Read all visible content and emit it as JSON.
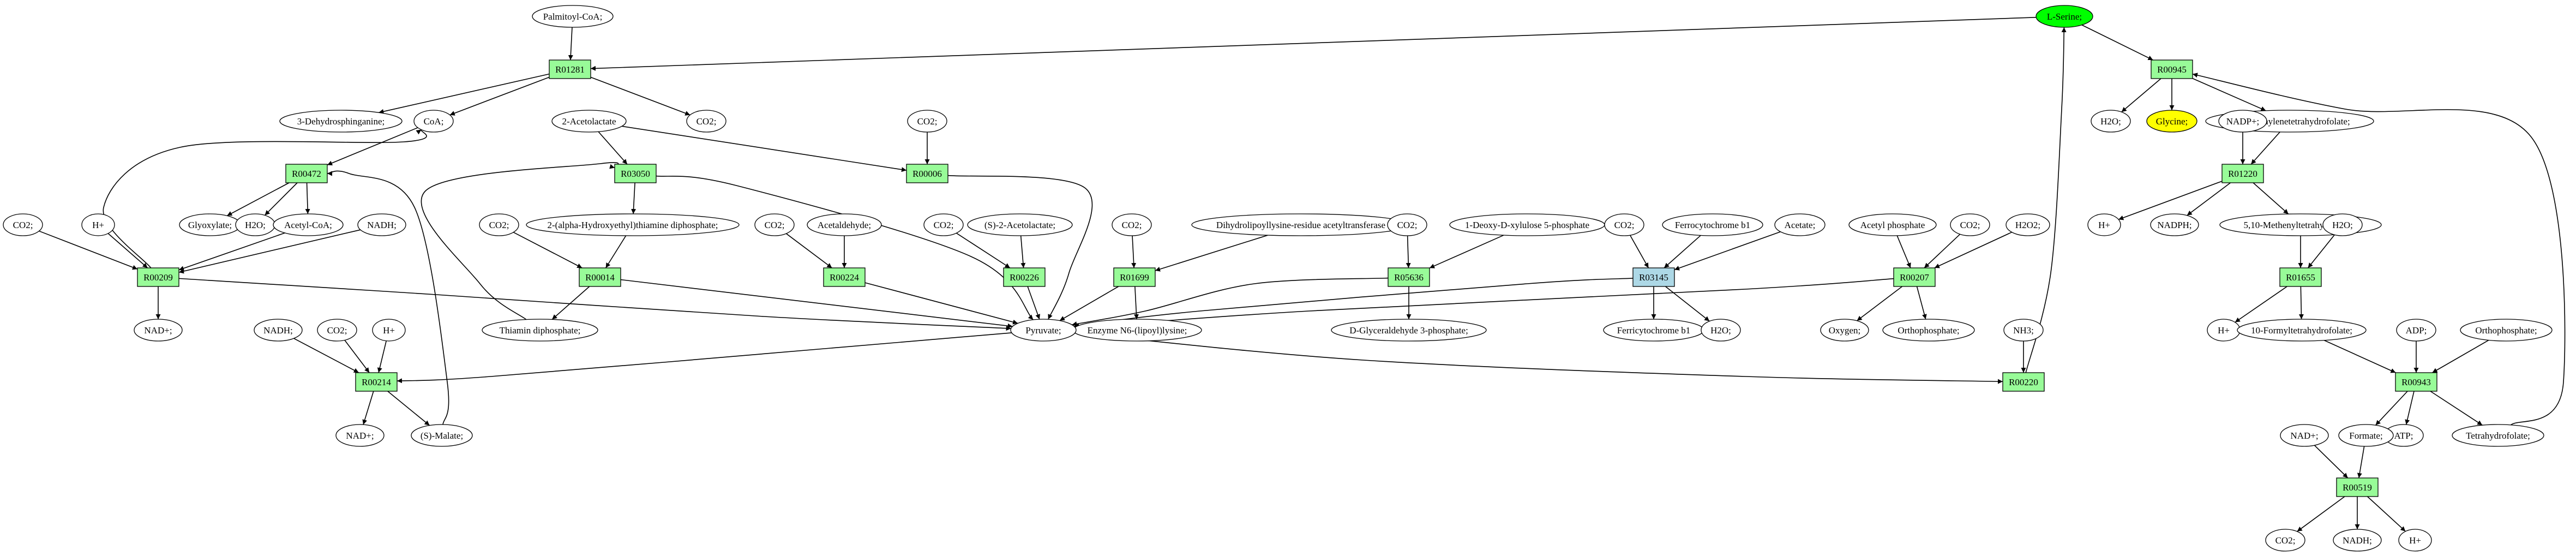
{
  "colors": {
    "reaction": "#98fb98",
    "reaction_highlight": "#add8e6",
    "root_metabolite": "#00ff00",
    "target_metabolite": "#ffff00",
    "metabolite": "#ffffff"
  },
  "metabolites": [
    {
      "id": "serine",
      "label": "L-Serine;",
      "style": "root"
    },
    {
      "id": "glycine",
      "label": "Glycine;",
      "style": "target"
    },
    {
      "id": "palmitoyl",
      "label": "Palmitoyl-CoA;"
    },
    {
      "id": "dehydrosph",
      "label": "3-Dehydrosphinganine;"
    },
    {
      "id": "coa",
      "label": "CoA;"
    },
    {
      "id": "co2_a",
      "label": "CO2;"
    },
    {
      "id": "acetolactate",
      "label": "2-Acetolactate"
    },
    {
      "id": "co2_b",
      "label": "CO2;"
    },
    {
      "id": "co2_c",
      "label": "CO2;"
    },
    {
      "id": "hplus_a",
      "label": "H+"
    },
    {
      "id": "glyoxylate",
      "label": "Glyoxylate;"
    },
    {
      "id": "h2o_a",
      "label": "H2O;"
    },
    {
      "id": "acetylcoa",
      "label": "Acetyl-CoA;"
    },
    {
      "id": "nadh_a",
      "label": "NADH;"
    },
    {
      "id": "nadp_a",
      "label": "NAD+;"
    },
    {
      "id": "co2_d",
      "label": "CO2;"
    },
    {
      "id": "hetpp",
      "label": "2-(alpha-Hydroxyethyl)thiamine diphosphate;"
    },
    {
      "id": "thiamin",
      "label": "Thiamin diphosphate;"
    },
    {
      "id": "co2_e",
      "label": "CO2;"
    },
    {
      "id": "acetaldehyde",
      "label": "Acetaldehyde;"
    },
    {
      "id": "co2_f",
      "label": "CO2;"
    },
    {
      "id": "s2acetolactate",
      "label": "(S)-2-Acetolactate;"
    },
    {
      "id": "co2_g",
      "label": "CO2;"
    },
    {
      "id": "dihydrolipoyl",
      "label": "Dihydrolipoyllysine-residue acetyltransferase"
    },
    {
      "id": "enzymen6",
      "label": "Enzyme N6-(lipoyl)lysine;"
    },
    {
      "id": "co2_h",
      "label": "CO2;"
    },
    {
      "id": "deoxyxylulose",
      "label": "1-Deoxy-D-xylulose 5-phosphate"
    },
    {
      "id": "glyceraldehyde",
      "label": "D-Glyceraldehyde 3-phosphate;"
    },
    {
      "id": "pyruvate",
      "label": "Pyruvate;"
    },
    {
      "id": "co2_i",
      "label": "CO2;"
    },
    {
      "id": "ferrocyt",
      "label": "Ferrocytochrome b1"
    },
    {
      "id": "acetate",
      "label": "Acetate;"
    },
    {
      "id": "ferricyt",
      "label": "Ferricytochrome b1"
    },
    {
      "id": "h2o_b",
      "label": "H2O;"
    },
    {
      "id": "acetylphos",
      "label": "Acetyl phosphate"
    },
    {
      "id": "co2_j",
      "label": "CO2;"
    },
    {
      "id": "h2o2",
      "label": "H2O2;"
    },
    {
      "id": "oxygen",
      "label": "Oxygen;"
    },
    {
      "id": "orthophos_a",
      "label": "Orthophosphate;"
    },
    {
      "id": "nh3",
      "label": "NH3;"
    },
    {
      "id": "nadh_b",
      "label": "NADH;"
    },
    {
      "id": "co2_k",
      "label": "CO2;"
    },
    {
      "id": "hplus_b",
      "label": "H+"
    },
    {
      "id": "nadp_b",
      "label": "NAD+;"
    },
    {
      "id": "smalate",
      "label": "(S)-Malate;"
    },
    {
      "id": "h2o_c",
      "label": "H2O;"
    },
    {
      "id": "methylenethf",
      "label": "5,10-Methylenetetrahydrofolate;"
    },
    {
      "id": "nadpplus",
      "label": "NADP+;"
    },
    {
      "id": "hplus_c",
      "label": "H+"
    },
    {
      "id": "nadph",
      "label": "NADPH;"
    },
    {
      "id": "methenylthf",
      "label": "5,10-Methenyltetrahydrofolate"
    },
    {
      "id": "h2o_d",
      "label": "H2O;"
    },
    {
      "id": "hplus_d",
      "label": "H+"
    },
    {
      "id": "formylthf",
      "label": "10-Formyltetrahydrofolate;"
    },
    {
      "id": "adp",
      "label": "ADP;"
    },
    {
      "id": "orthophos_b",
      "label": "Orthophosphate;"
    },
    {
      "id": "atp",
      "label": "ATP;"
    },
    {
      "id": "thf",
      "label": "Tetrahydrofolate;"
    },
    {
      "id": "nadp_c",
      "label": "NAD+;"
    },
    {
      "id": "formate",
      "label": "Formate;"
    },
    {
      "id": "co2_l",
      "label": "CO2;"
    },
    {
      "id": "nadh_c",
      "label": "NADH;"
    },
    {
      "id": "hplus_e",
      "label": "H+"
    }
  ],
  "reactions": [
    {
      "id": "R01281",
      "label": "R01281"
    },
    {
      "id": "R00472",
      "label": "R00472"
    },
    {
      "id": "R03050",
      "label": "R03050"
    },
    {
      "id": "R00006",
      "label": "R00006"
    },
    {
      "id": "R00209",
      "label": "R00209"
    },
    {
      "id": "R00014",
      "label": "R00014"
    },
    {
      "id": "R00224",
      "label": "R00224"
    },
    {
      "id": "R00226",
      "label": "R00226"
    },
    {
      "id": "R01699",
      "label": "R01699"
    },
    {
      "id": "R05636",
      "label": "R05636"
    },
    {
      "id": "R03145",
      "label": "R03145",
      "style": "highlight"
    },
    {
      "id": "R00207",
      "label": "R00207"
    },
    {
      "id": "R00214",
      "label": "R00214"
    },
    {
      "id": "R00220",
      "label": "R00220"
    },
    {
      "id": "R00945",
      "label": "R00945"
    },
    {
      "id": "R01220",
      "label": "R01220"
    },
    {
      "id": "R01655",
      "label": "R01655"
    },
    {
      "id": "R00943",
      "label": "R00943"
    },
    {
      "id": "R00519",
      "label": "R00519"
    }
  ]
}
